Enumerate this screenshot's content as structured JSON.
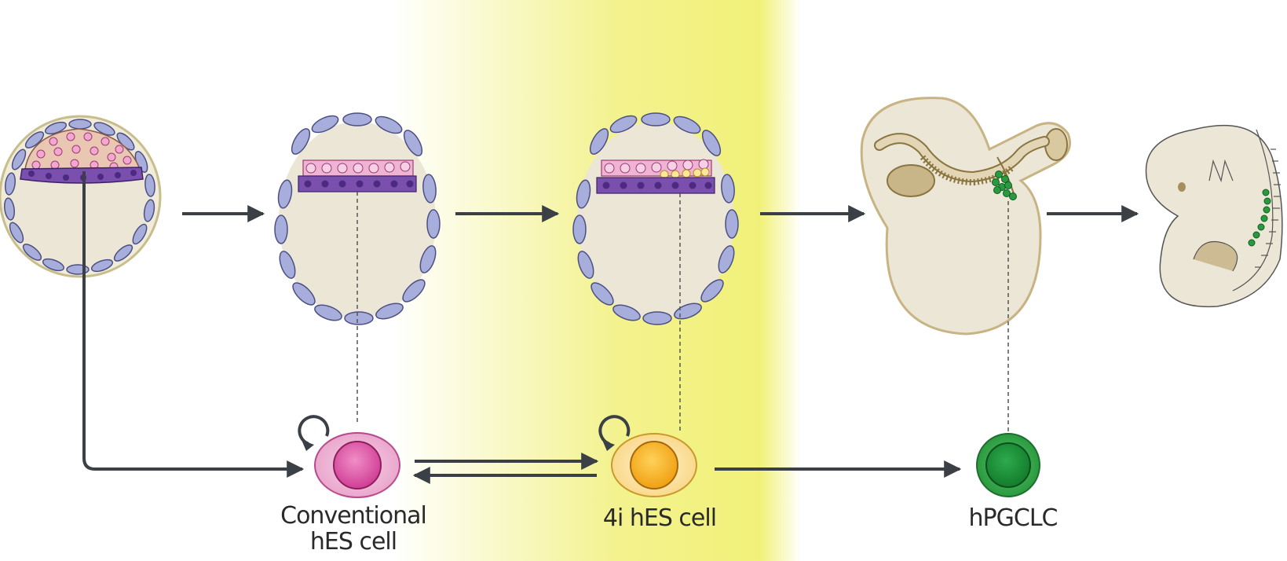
{
  "labels": {
    "conventional_line1": "Conventional",
    "conventional_line2": "hES cell",
    "four_i": "4i hES cell",
    "hpgclc": "hPGCLC"
  },
  "colors": {
    "highlight_band": "#f1f17a",
    "arrow": "#3a4046",
    "trophectoderm": "#a8aedb",
    "epiblast": "#e9a7cd",
    "hypoblast": "#7a4fae",
    "embryo_body": "#ece6d6",
    "conventional_cell": "#e56fb0",
    "four_i_cell": "#f7b52b",
    "pgc_cell": "#2a9a3f"
  },
  "icons": {
    "self_renewal": "circular-arrow-icon"
  }
}
